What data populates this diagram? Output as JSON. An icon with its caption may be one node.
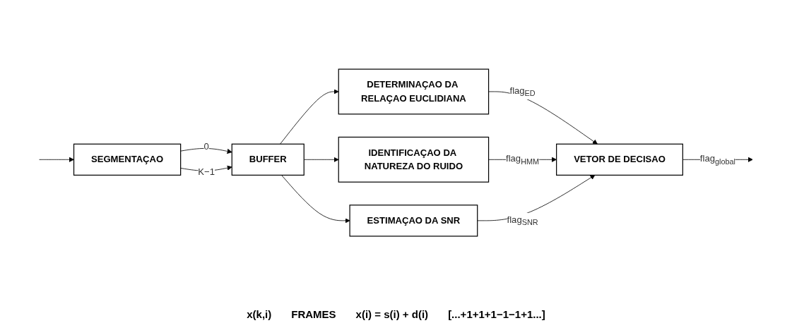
{
  "diagram": {
    "nodes": [
      {
        "text": [
          "SEGMENTAÇAO"
        ]
      },
      {
        "text": [
          "BUFFER"
        ]
      },
      {
        "text": [
          "DETERMINAÇAO DA RELAÇAO EUCLIDIANA"
        ]
      },
      {
        "text": [
          "IDENTIFICAÇAO DA NATUREZA DO RUIDO"
        ]
      },
      {
        "text": [
          "ESTIMAÇAO DA SNR"
        ]
      },
      {
        "text": [
          "VETOR DE DECISAO"
        ]
      }
    ],
    "edges": [
      {
        "from": null,
        "to": 0,
        "arrow": "to"
      },
      {
        "from": 0,
        "to": 1,
        "arrow": "to",
        "label": "0"
      },
      {
        "from": 0,
        "to": 1,
        "arrow": "to",
        "label": "K−1"
      },
      {
        "from": 1,
        "to": 2,
        "arrow": "to"
      },
      {
        "from": 1,
        "to": 3,
        "arrow": "to"
      },
      {
        "from": 1,
        "to": 4,
        "arrow": "to"
      },
      {
        "from": 2,
        "to": 5,
        "arrow": "to",
        "label": "flag$_{ED}$"
      },
      {
        "from": 3,
        "to": 5,
        "arrow": "to",
        "label": "flag$_{HMM}$"
      },
      {
        "from": 4,
        "to": 5,
        "arrow": "to",
        "label": "flag$_{SNR}$"
      },
      {
        "from": 5,
        "to": null,
        "arrow": "to",
        "label": "flag$_{global}$"
      }
    ],
    "labels": [
      "x(k,i)",
      "FRAMES",
      "x(i) = s(i) + d(i)",
      "[...+1+1+1−1−1+1...]"
    ]
  }
}
